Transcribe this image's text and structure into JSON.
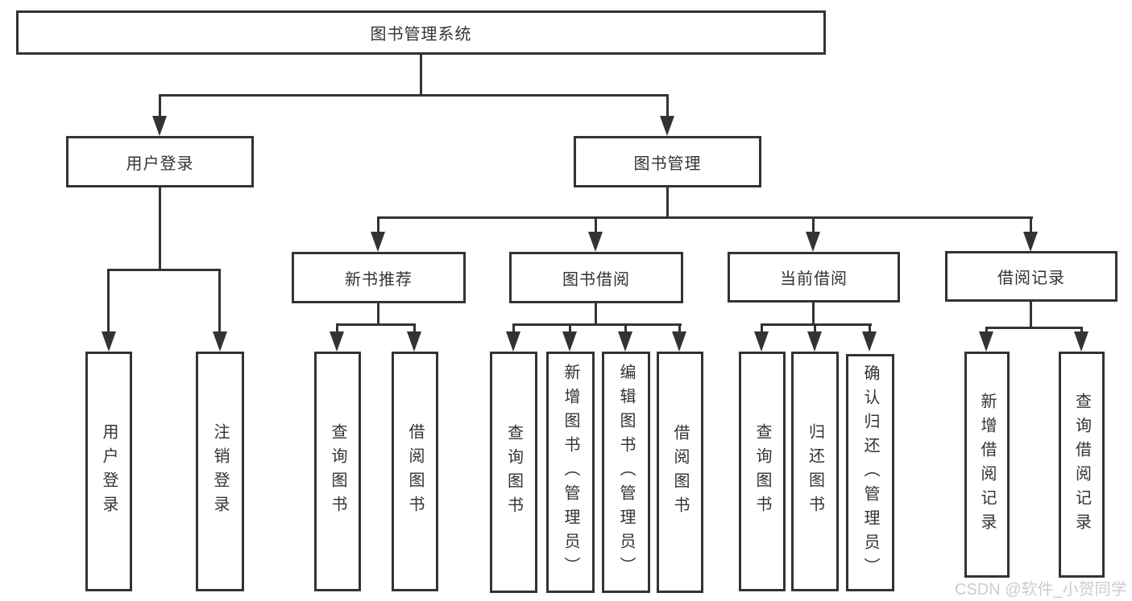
{
  "tree": {
    "root": {
      "label": "图书管理系统"
    },
    "branches": [
      {
        "label": "用户登录",
        "children": [
          {
            "label": "用户登录"
          },
          {
            "label": "注销登录"
          }
        ]
      },
      {
        "label": "图书管理",
        "children": [
          {
            "label": "新书推荐",
            "children": [
              {
                "label": "查询图书"
              },
              {
                "label": "借阅图书"
              }
            ]
          },
          {
            "label": "图书借阅",
            "children": [
              {
                "label": "查询图书"
              },
              {
                "label": "新增图书（管理员）"
              },
              {
                "label": "编辑图书（管理员）"
              },
              {
                "label": "借阅图书"
              }
            ]
          },
          {
            "label": "当前借阅",
            "children": [
              {
                "label": "查询图书"
              },
              {
                "label": "归还图书"
              },
              {
                "label": "确认归还（管理员）"
              }
            ]
          },
          {
            "label": "借阅记录",
            "children": [
              {
                "label": "新增借阅记录"
              },
              {
                "label": "查询借阅记录"
              }
            ]
          }
        ]
      }
    ]
  },
  "watermark": {
    "text": "CSDN @软件_小贺同学"
  },
  "colors": {
    "line": "#333333",
    "box_border": "#333333",
    "text": "#333333",
    "background": "#ffffff",
    "watermark": "#c7c7c7"
  }
}
